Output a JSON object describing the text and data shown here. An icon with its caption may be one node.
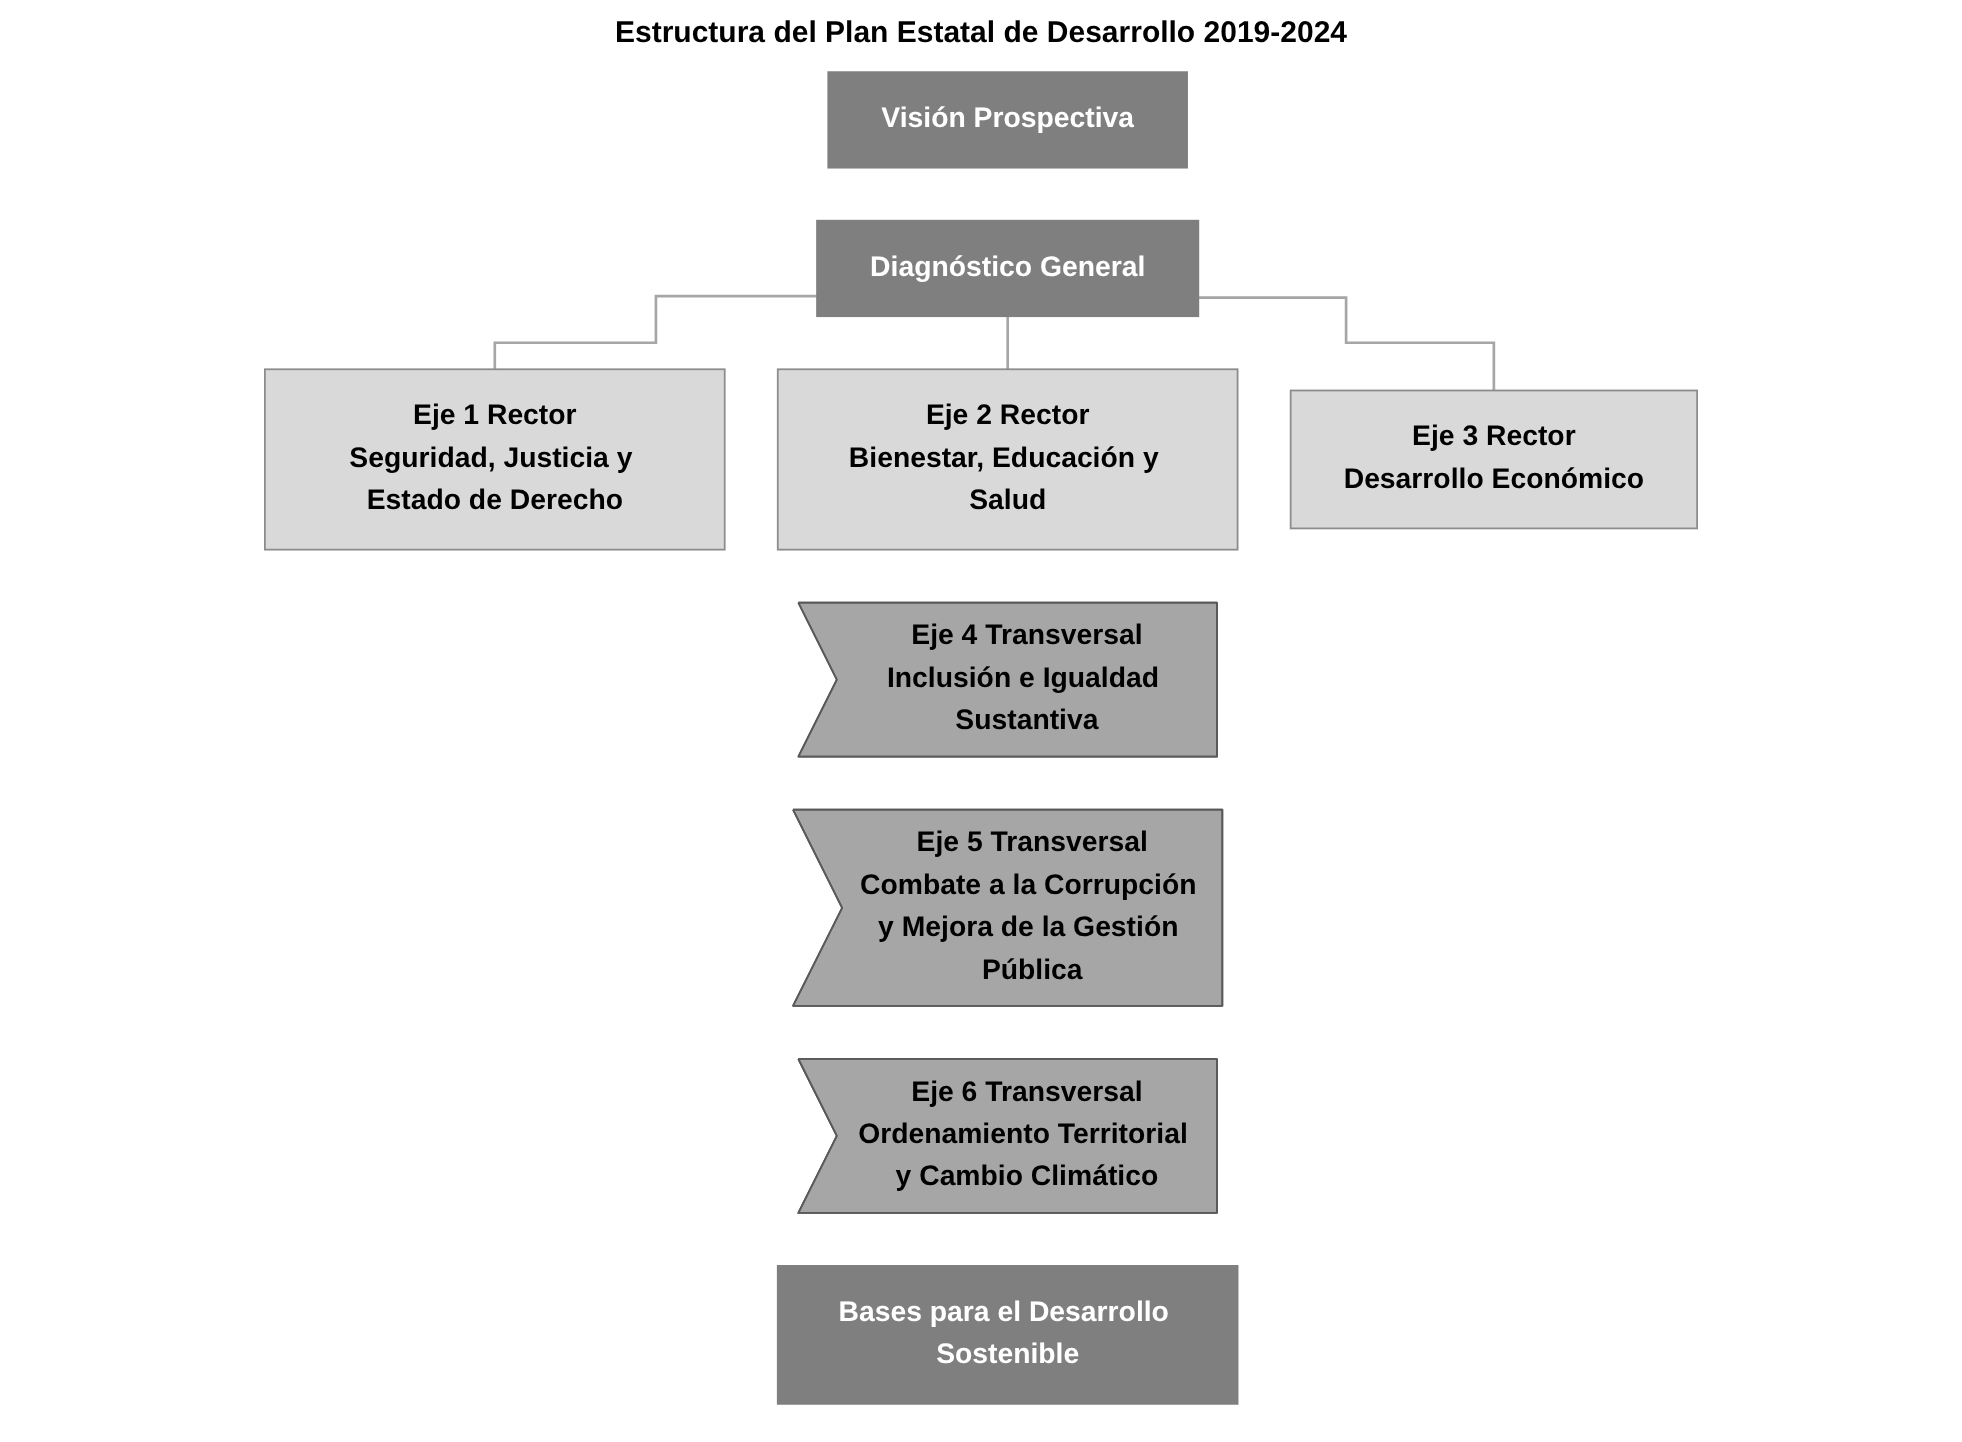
{
  "diagram": {
    "title": "Estructura del Plan Estatal de Desarrollo 2019-2024",
    "nodes": [
      {
        "text": [
          "Visión Prospectiva"
        ]
      },
      {
        "text": [
          "Diagnóstico General"
        ]
      },
      {
        "text": [
          "Eje 1 Rector",
          "Seguridad, Justicia y Estado de Derecho"
        ]
      },
      {
        "text": [
          "Eje 2 Rector",
          "Bienestar, Educación y Salud"
        ]
      },
      {
        "text": [
          "Eje 3 Rector",
          "Desarrollo Económico"
        ]
      },
      {
        "text": [
          "Eje 4 Transversal",
          "Inclusión e Igualdad Sustantiva"
        ]
      },
      {
        "text": [
          "Eje 5 Transversal",
          "Combate a la Corrupción y Mejora de la Gestión Pública"
        ]
      },
      {
        "text": [
          "Eje 6 Transversal",
          "Ordenamiento Territorial y Cambio Climático"
        ]
      },
      {
        "text": [
          "Bases para el Desarrollo Sostenible"
        ]
      }
    ],
    "edges": [
      {
        "from": 1,
        "to": 2,
        "arrow": "none"
      },
      {
        "from": 1,
        "to": 3,
        "arrow": "none"
      },
      {
        "from": 1,
        "to": 4,
        "arrow": "none"
      }
    ]
  }
}
